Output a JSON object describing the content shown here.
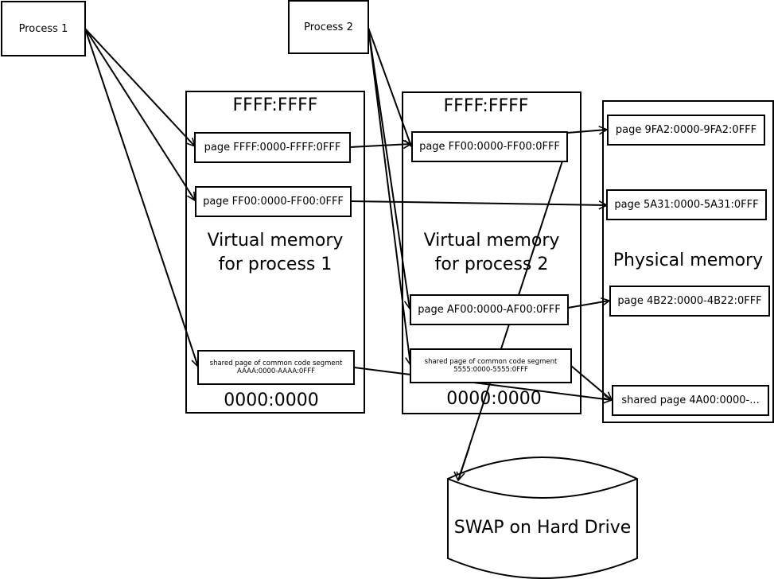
{
  "processes": {
    "p1": "Process 1",
    "p2": "Process 2"
  },
  "vm1": {
    "top": "FFFF:FFFF",
    "bottom": "0000:0000",
    "caption_line1": "Virtual memory",
    "caption_line2": "for process 1",
    "page_a": "page FFFF:0000-FFFF:0FFF",
    "page_b": "page FF00:0000-FF00:0FFF",
    "shared_line1": "shared page of common code segment",
    "shared_line2": "AAAA:0000-AAAA:0FFF"
  },
  "vm2": {
    "top": "FFFF:FFFF",
    "bottom": "0000:0000",
    "caption_line1": "Virtual memory",
    "caption_line2": "for process 2",
    "page_a": "page FF00:0000-FF00:0FFF",
    "page_b": "page AF00:0000-AF00:0FFF",
    "shared_line1": "shared page of common code segment",
    "shared_line2": "5555:0000-5555:0FFF"
  },
  "physical": {
    "caption": "Physical memory",
    "page_1": "page 9FA2:0000-9FA2:0FFF",
    "page_2": "page 5A31:0000-5A31:0FFF",
    "page_3": "page 4B22:0000-4B22:0FFF",
    "page_4": "shared page 4A00:0000-..."
  },
  "swap": {
    "label": "SWAP on Hard Drive"
  }
}
